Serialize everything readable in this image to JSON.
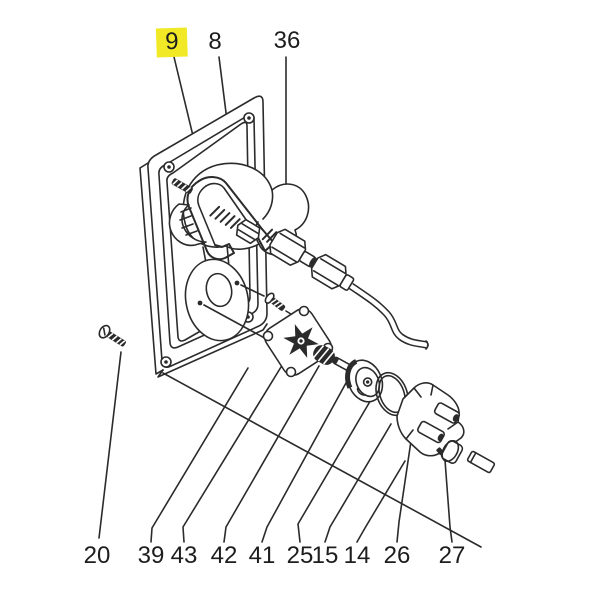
{
  "figure": {
    "type": "exploded-parts-diagram",
    "background": "#ffffff",
    "line_color": "#2b2b2b",
    "highlight_color": "#f2e926",
    "callouts": [
      {
        "text": "9",
        "highlighted": true
      },
      {
        "text": "8",
        "highlighted": false
      },
      {
        "text": "36",
        "highlighted": false
      },
      {
        "text": "20",
        "highlighted": false
      },
      {
        "text": "39",
        "highlighted": false
      },
      {
        "text": "43",
        "highlighted": false
      },
      {
        "text": "42",
        "highlighted": false
      },
      {
        "text": "41",
        "highlighted": false
      },
      {
        "text": "25",
        "highlighted": false
      },
      {
        "text": "15",
        "highlighted": false
      },
      {
        "text": "14",
        "highlighted": false
      },
      {
        "text": "26",
        "highlighted": false
      },
      {
        "text": "27",
        "highlighted": false
      }
    ]
  }
}
